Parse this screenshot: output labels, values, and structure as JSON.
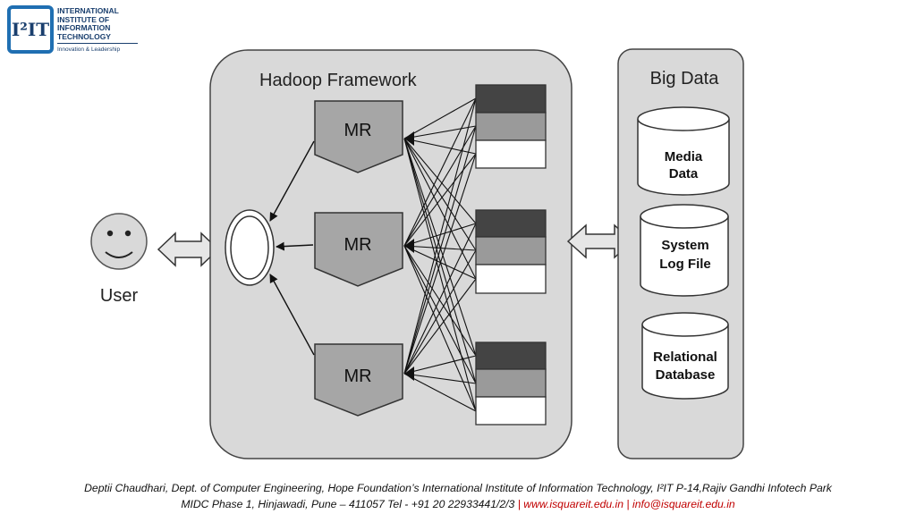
{
  "logo": {
    "mark": "I²IT",
    "lines": [
      "INTERNATIONAL",
      "INSTITUTE OF",
      "INFORMATION",
      "TECHNOLOGY"
    ],
    "tagline": "Innovation & Leadership",
    "colors": {
      "primary": "#1a3f6e",
      "frame": "#1f6fb2"
    }
  },
  "diagram": {
    "user_label": "User",
    "hadoop_title": "Hadoop Framework",
    "mr_nodes": [
      "MR",
      "MR",
      "MR"
    ],
    "bigdata_title": "Big Data",
    "databases": [
      {
        "line1": "Media",
        "line2": "Data"
      },
      {
        "line1": "System",
        "line2": "Log File"
      },
      {
        "line1": "Relational",
        "line2": "Database"
      }
    ],
    "colors": {
      "panel": "#d9d9d9",
      "mr": "#a6a6a6",
      "block_dark": "#444444",
      "block_mid": "#9a9a9a",
      "block_light": "#ffffff"
    }
  },
  "footer": {
    "line1": "Deptii Chaudhari, Dept. of Computer Engineering, Hope Foundation’s International Institute of Information Technology, I²IT P-14,Rajiv Gandhi Infotech Park",
    "line2_prefix": "MIDC Phase 1, Hinjawadi, Pune – 411057 Tel - +91 20 22933441/2/3",
    "sep1": " | ",
    "website": "www.isquareit.edu.in",
    "sep2": " | ",
    "email": "info@isquareit.edu.in"
  }
}
